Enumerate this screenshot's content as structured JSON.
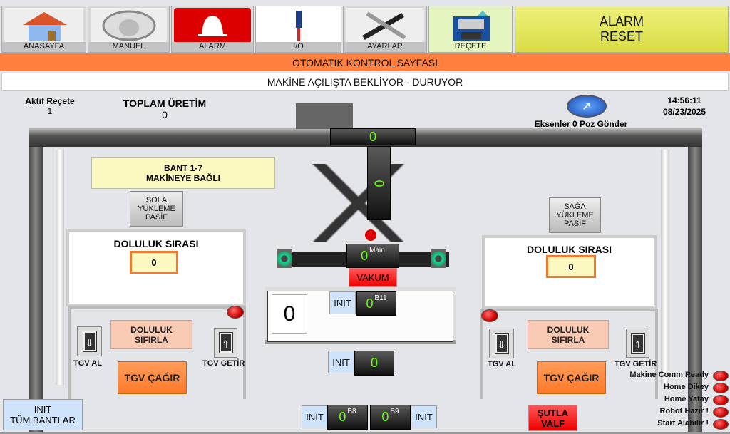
{
  "nav": [
    {
      "label": "ANASAYFA",
      "icon": "home-icon"
    },
    {
      "label": "MANUEL",
      "icon": "hand-icon"
    },
    {
      "label": "ALARM",
      "icon": "bell-icon"
    },
    {
      "label": "I/O",
      "icon": "sensor-icon"
    },
    {
      "label": "AYARLAR",
      "icon": "tools-icon"
    },
    {
      "label": "REÇETE",
      "icon": "save-icon"
    }
  ],
  "alarm_reset": {
    "line1": "ALARM",
    "line2": "RESET"
  },
  "page_title": "OTOMATİK KONTROL SAYFASI",
  "status_text": "MAKİNE AÇILIŞTA BEKLİYOR - DURUYOR",
  "active_recipe": {
    "label": "Aktif Reçete",
    "value": "1"
  },
  "total_production": {
    "label": "TOPLAM ÜRETİM",
    "value": "0"
  },
  "clock": {
    "time": "14:56:11",
    "date": "08/23/2025"
  },
  "axes_home": {
    "label": "Eksenler 0 Poz Gönder"
  },
  "beam_display": "0",
  "vertical_display": "0",
  "band": {
    "line1": "BANT 1-7",
    "line2": "MAKİNEYE BAĞLI"
  },
  "left": {
    "load": {
      "l1": "SOLA",
      "l2": "YÜKLEME",
      "l3": "PASİF"
    },
    "fill_label": "DOLULUK SIRASI",
    "fill_value": "0",
    "reset": {
      "l1": "DOLULUK",
      "l2": "SIFIRLA"
    },
    "tgv_al": "TGV AL",
    "tgv_getir": "TGV GETİR",
    "tgv_cagir": "TGV ÇAĞIR"
  },
  "right": {
    "load": {
      "l1": "SAĞA",
      "l2": "YÜKLEME",
      "l3": "PASİF"
    },
    "fill_label": "DOLULUK SIRASI",
    "fill_value": "0",
    "reset": {
      "l1": "DOLULUK",
      "l2": "SIFIRLA"
    },
    "tgv_al": "TGV AL",
    "tgv_getir": "TGV GETİR",
    "tgv_cagir": "TGV ÇAĞIR"
  },
  "center": {
    "main_value": "0",
    "main_tag": "Main",
    "vakum": "VAKUM",
    "big_value": "0",
    "init": "INIT",
    "b11_value": "0",
    "b11_tag": "B11",
    "mid_value": "0",
    "b8_value": "0",
    "b8_tag": "B8",
    "b9_value": "0",
    "b9_tag": "B9"
  },
  "init_all": {
    "l1": "INIT",
    "l2": "TÜM BANTLAR"
  },
  "sutla": {
    "l1": "ŞUTLA",
    "l2": "VALF"
  },
  "indicators": [
    "Makine Comm Ready",
    "Home Dikey",
    "Home Yatay",
    "Robot Hazır !",
    "Start Alabilir !"
  ],
  "colors": {
    "orange_bar": "#ff7f3f",
    "alarm_reset": "#e3e85a",
    "display_text": "#66ff00",
    "lamp": "#cc0000"
  }
}
